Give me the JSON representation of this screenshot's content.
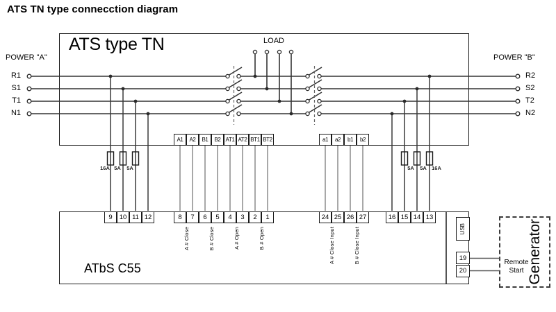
{
  "title": "ATS TN type connecction diagram",
  "ats_box": {
    "label": "ATS type TN",
    "load_label": "LOAD"
  },
  "controller_box": {
    "label": "ATbS C55",
    "usb_label": "USB"
  },
  "power_a": {
    "label": "POWER \"A\"",
    "lines": [
      "R1",
      "S1",
      "T1",
      "N1"
    ]
  },
  "power_b": {
    "label": "POWER \"B\"",
    "lines": [
      "R2",
      "S2",
      "T2",
      "N2"
    ]
  },
  "fuses_left": [
    "16A",
    "5A",
    "5A"
  ],
  "fuses_right": [
    "5A",
    "5A",
    "16A"
  ],
  "terminals": {
    "ats_main": [
      "A1",
      "A2",
      "B1",
      "B2",
      "AT1",
      "AT2",
      "BT1",
      "BT2"
    ],
    "ats_aux": [
      "a1",
      "a2",
      "b1",
      "b2"
    ],
    "ctrl_power_a": [
      "9",
      "10",
      "11",
      "12"
    ],
    "ctrl_main": [
      "8",
      "7",
      "6",
      "5",
      "4",
      "3",
      "2",
      "1"
    ],
    "ctrl_aux": [
      "24",
      "25",
      "26",
      "27"
    ],
    "ctrl_power_b": [
      "16",
      "15",
      "14",
      "13"
    ],
    "gen_out": [
      "19",
      "20"
    ]
  },
  "signal_labels": [
    "A # Close",
    "B # Close",
    "A # Open",
    "B # Open",
    "A # Close Input",
    "B # Close Input"
  ],
  "generator": {
    "label": "Generator",
    "remote_start": "Remote Start"
  },
  "colors": {
    "wire": "#333333",
    "connector_wire": "#828282",
    "border": "#1a1a1a",
    "background": "#ffffff",
    "text": "#000000"
  }
}
